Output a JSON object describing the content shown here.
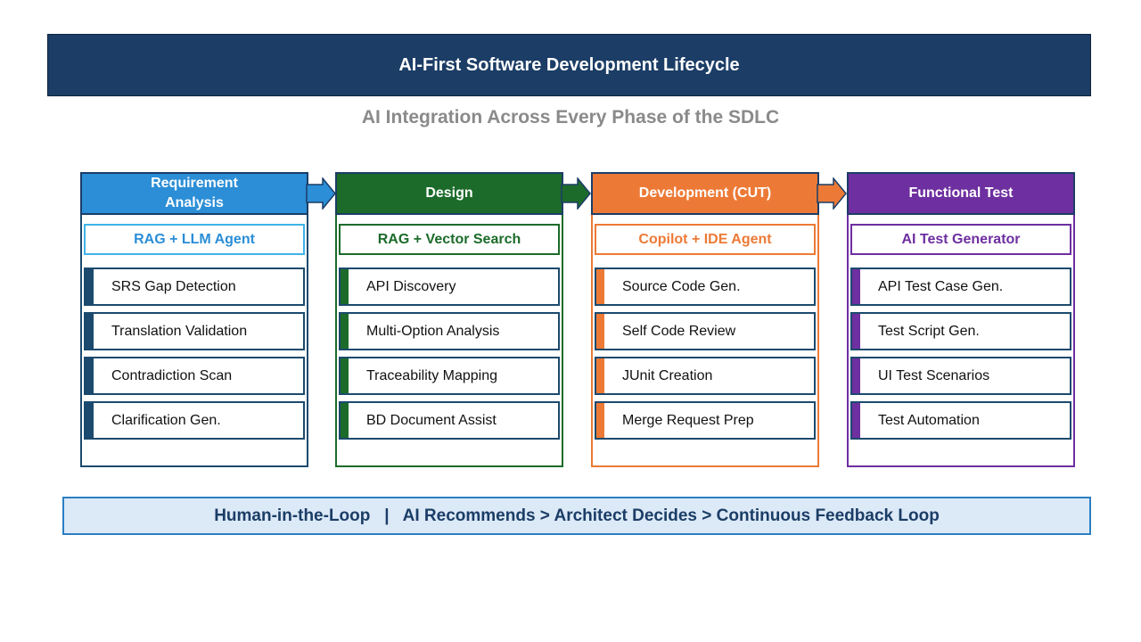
{
  "header": {
    "title": "AI-First Software Development Lifecycle",
    "subtitle": "AI Integration Across Every Phase of the SDLC"
  },
  "phases": [
    {
      "name_line1": "Requirement",
      "name_line2": "Analysis",
      "tool": "RAG + LLM Agent",
      "features": [
        "SRS Gap Detection",
        "Translation Validation",
        "Contradiction Scan",
        "Clarification Gen."
      ],
      "color": "#2b8ed6",
      "tool_color": "#2b8ed6",
      "tool_border": "#3fb3e8",
      "accent": "#1b4a6e",
      "border": "#1b4a6e"
    },
    {
      "name_line1": "Design",
      "name_line2": "",
      "tool": "RAG + Vector Search",
      "features": [
        "API Discovery",
        "Multi-Option Analysis",
        "Traceability Mapping",
        "BD Document Assist"
      ],
      "color": "#1c6b2a",
      "tool_color": "#1c6b2a",
      "tool_border": "#1c6b2a",
      "accent": "#1c6b2a",
      "border": "#1c6b2a"
    },
    {
      "name_line1": "Development (CUT)",
      "name_line2": "",
      "tool": "Copilot + IDE Agent",
      "features": [
        "Source Code Gen.",
        "Self Code Review",
        "JUnit Creation",
        "Merge Request Prep"
      ],
      "color": "#ec7a36",
      "tool_color": "#ec7a36",
      "tool_border": "#ec7a36",
      "accent": "#ec7a36",
      "border": "#ec7a36"
    },
    {
      "name_line1": "Functional Test",
      "name_line2": "",
      "tool": "AI Test Generator",
      "features": [
        "API Test Case Gen.",
        "Test Script Gen.",
        "UI Test Scenarios",
        "Test Automation"
      ],
      "color": "#6e2fa0",
      "tool_color": "#6e2fa0",
      "tool_border": "#6e2fa0",
      "accent": "#6e2fa0",
      "border": "#6e2fa0"
    }
  ],
  "footer": {
    "text": "Human-in-the-Loop   |   AI Recommends > Architect Decides > Continuous Feedback Loop"
  }
}
